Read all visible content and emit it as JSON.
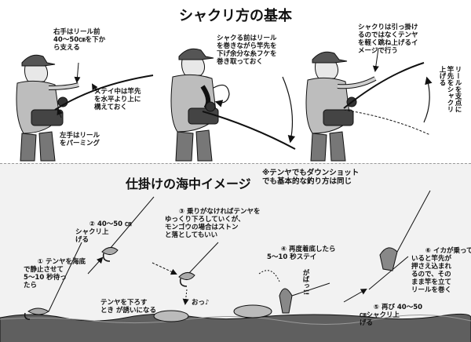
{
  "top_title": "シャクリ方の基本",
  "panel1": {
    "label_right_hand": "右手はリール前\n40〜50㎝を下か\nら支える",
    "label_stay": "ステイ中は竿先\nを水平より上に\n構えておく",
    "label_left_hand": "左手はリール\nをパーミング"
  },
  "panel2": {
    "label_before": "シャクる前はリール\nを巻きながら竿先を\n下げ余分な糸フケを\n巻き取っておく"
  },
  "panel3": {
    "label_pull": "シャクりは引っ掛け\nるのではなくテンヤ\nを軽く跳ね上げるイ\nメージで行う",
    "label_vertical": "リールを支点に\n竿先をシャクリ\n上げる"
  },
  "bottom_title": "仕掛けの海中イメージ",
  "bottom_note": "※テンヤでもダウンショット\nでも基本的な釣り方は同じ",
  "steps": [
    {
      "num": "①",
      "text": "テンヤを海底\nで静止させて\n5〜10 秒待っ\nたら"
    },
    {
      "num": "②",
      "text": "40〜50 ㎝\nシャクリ上\nげる"
    },
    {
      "num": "③",
      "text": "乗りがなければテンヤを\nゆっくり下ろしていくが、\nモンゴウの場合はストン\nと落としてもいい"
    },
    {
      "num": "④",
      "text": "再度着底したら\n5〜10 秒ステイ"
    },
    {
      "num": "⑤",
      "text": "再び 40〜50\n㎝シャクリ上\nげる"
    },
    {
      "num": "⑥",
      "text": "イカが乗って\nいると竿先が\n押さえ込まれ\nるので、その\nまま竿を立て\nリールを巻く"
    }
  ],
  "label_lure": "テンヤを下ろす\nとき が誘いになる",
  "sfx_oh": "おっ♪",
  "sfx_gaba": "がばっ!!"
}
